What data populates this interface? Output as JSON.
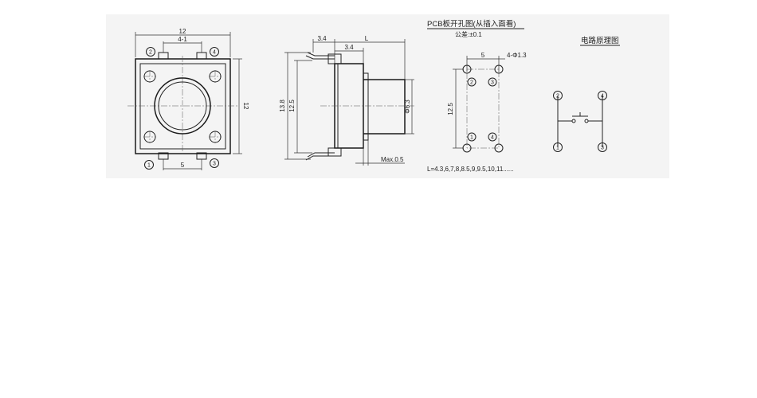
{
  "top_view": {
    "width_dim": "12",
    "pin_spacing_dim": "4-1",
    "height_dim": "12",
    "bottom_pin_dim": "5",
    "pin_labels": [
      "2",
      "4",
      "1",
      "3"
    ]
  },
  "side_view": {
    "dim_leg": "3.4",
    "dim_L": "L",
    "dim_body": "3.4",
    "dim_total_height": "13.8",
    "dim_inner_height": "12.5",
    "dim_diameter": "Φ6.3",
    "dim_max": "Max.0.5",
    "lengths_note": "L=4.3,6,7,8,8.5,9,9.5,10,11......"
  },
  "pcb_layout": {
    "title": "PCB板开孔图(从插入面看)",
    "tolerance": "公差:±0.1",
    "hole_spacing_dim": "5",
    "hole_note": "4-Φ1.3",
    "vertical_dim": "12.5",
    "pin_labels": [
      "2",
      "3",
      "1",
      "4"
    ]
  },
  "circuit": {
    "title": "电路原理图",
    "pin_labels": [
      "2",
      "4",
      "1",
      "3"
    ]
  },
  "colors": {
    "panel": "#f4f4f4",
    "ink": "#222222"
  }
}
